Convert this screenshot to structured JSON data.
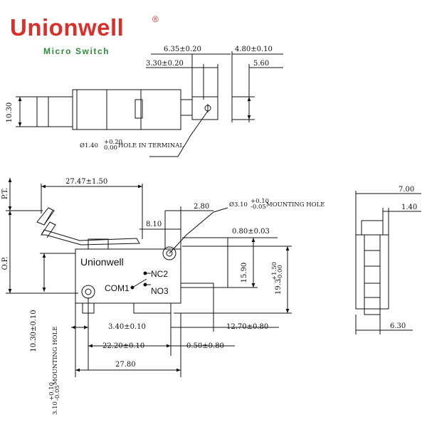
{
  "brand": {
    "name": "Unionwell",
    "registered_mark": "®",
    "tagline": "Micro Switch",
    "color": "#d9302c",
    "tagline_color": "#2e8b3a"
  },
  "top_view": {
    "dims": {
      "d1": "6.35±0.20",
      "d2": "3.30±0.20",
      "d3": "4.80±0.10",
      "d4": "5.60",
      "height": "10.30"
    },
    "hole_note": {
      "prefix": "Ø1.40",
      "tol_upper": "+0.20",
      "tol_lower": "0.00",
      "suffix": "HOLE IN TERMINAL"
    }
  },
  "side_view": {
    "body_label": "Unionwell",
    "terminals": {
      "nc": "NC2",
      "com": "COM1",
      "no": "NO3"
    },
    "dims": {
      "lever_length": "27.47±1.50",
      "d_280": "2.80",
      "d_810": "8.10",
      "d_080": "0.80±0.03",
      "d_1590": "15.90",
      "d_193_base": "19.3",
      "d_193_upper": "+1.50",
      "d_193_lower": "-0.00",
      "d_340": "3.40±0.10",
      "d_1270": "12.70±0.80",
      "d_2220": "22.20±0.10",
      "d_050": "0.50±0.80",
      "d_2780": "27.80",
      "d_1030": "10.30±0.10",
      "pt": "P.T.",
      "op": "O.P."
    },
    "mounting_hole_note": {
      "prefix": "Ø3.10",
      "tol_upper": "+0.10",
      "tol_lower": "-0.05",
      "suffix": "MOUNTING HOLE"
    },
    "left_mounting_note": {
      "prefix": "3.10",
      "tol_upper": "+0.10",
      "tol_lower": "-0.05",
      "suffix": "MOUNTING HOLE"
    }
  },
  "end_view": {
    "dims": {
      "width": "7.00",
      "d_140": "1.40",
      "d_630": "6.30"
    }
  }
}
